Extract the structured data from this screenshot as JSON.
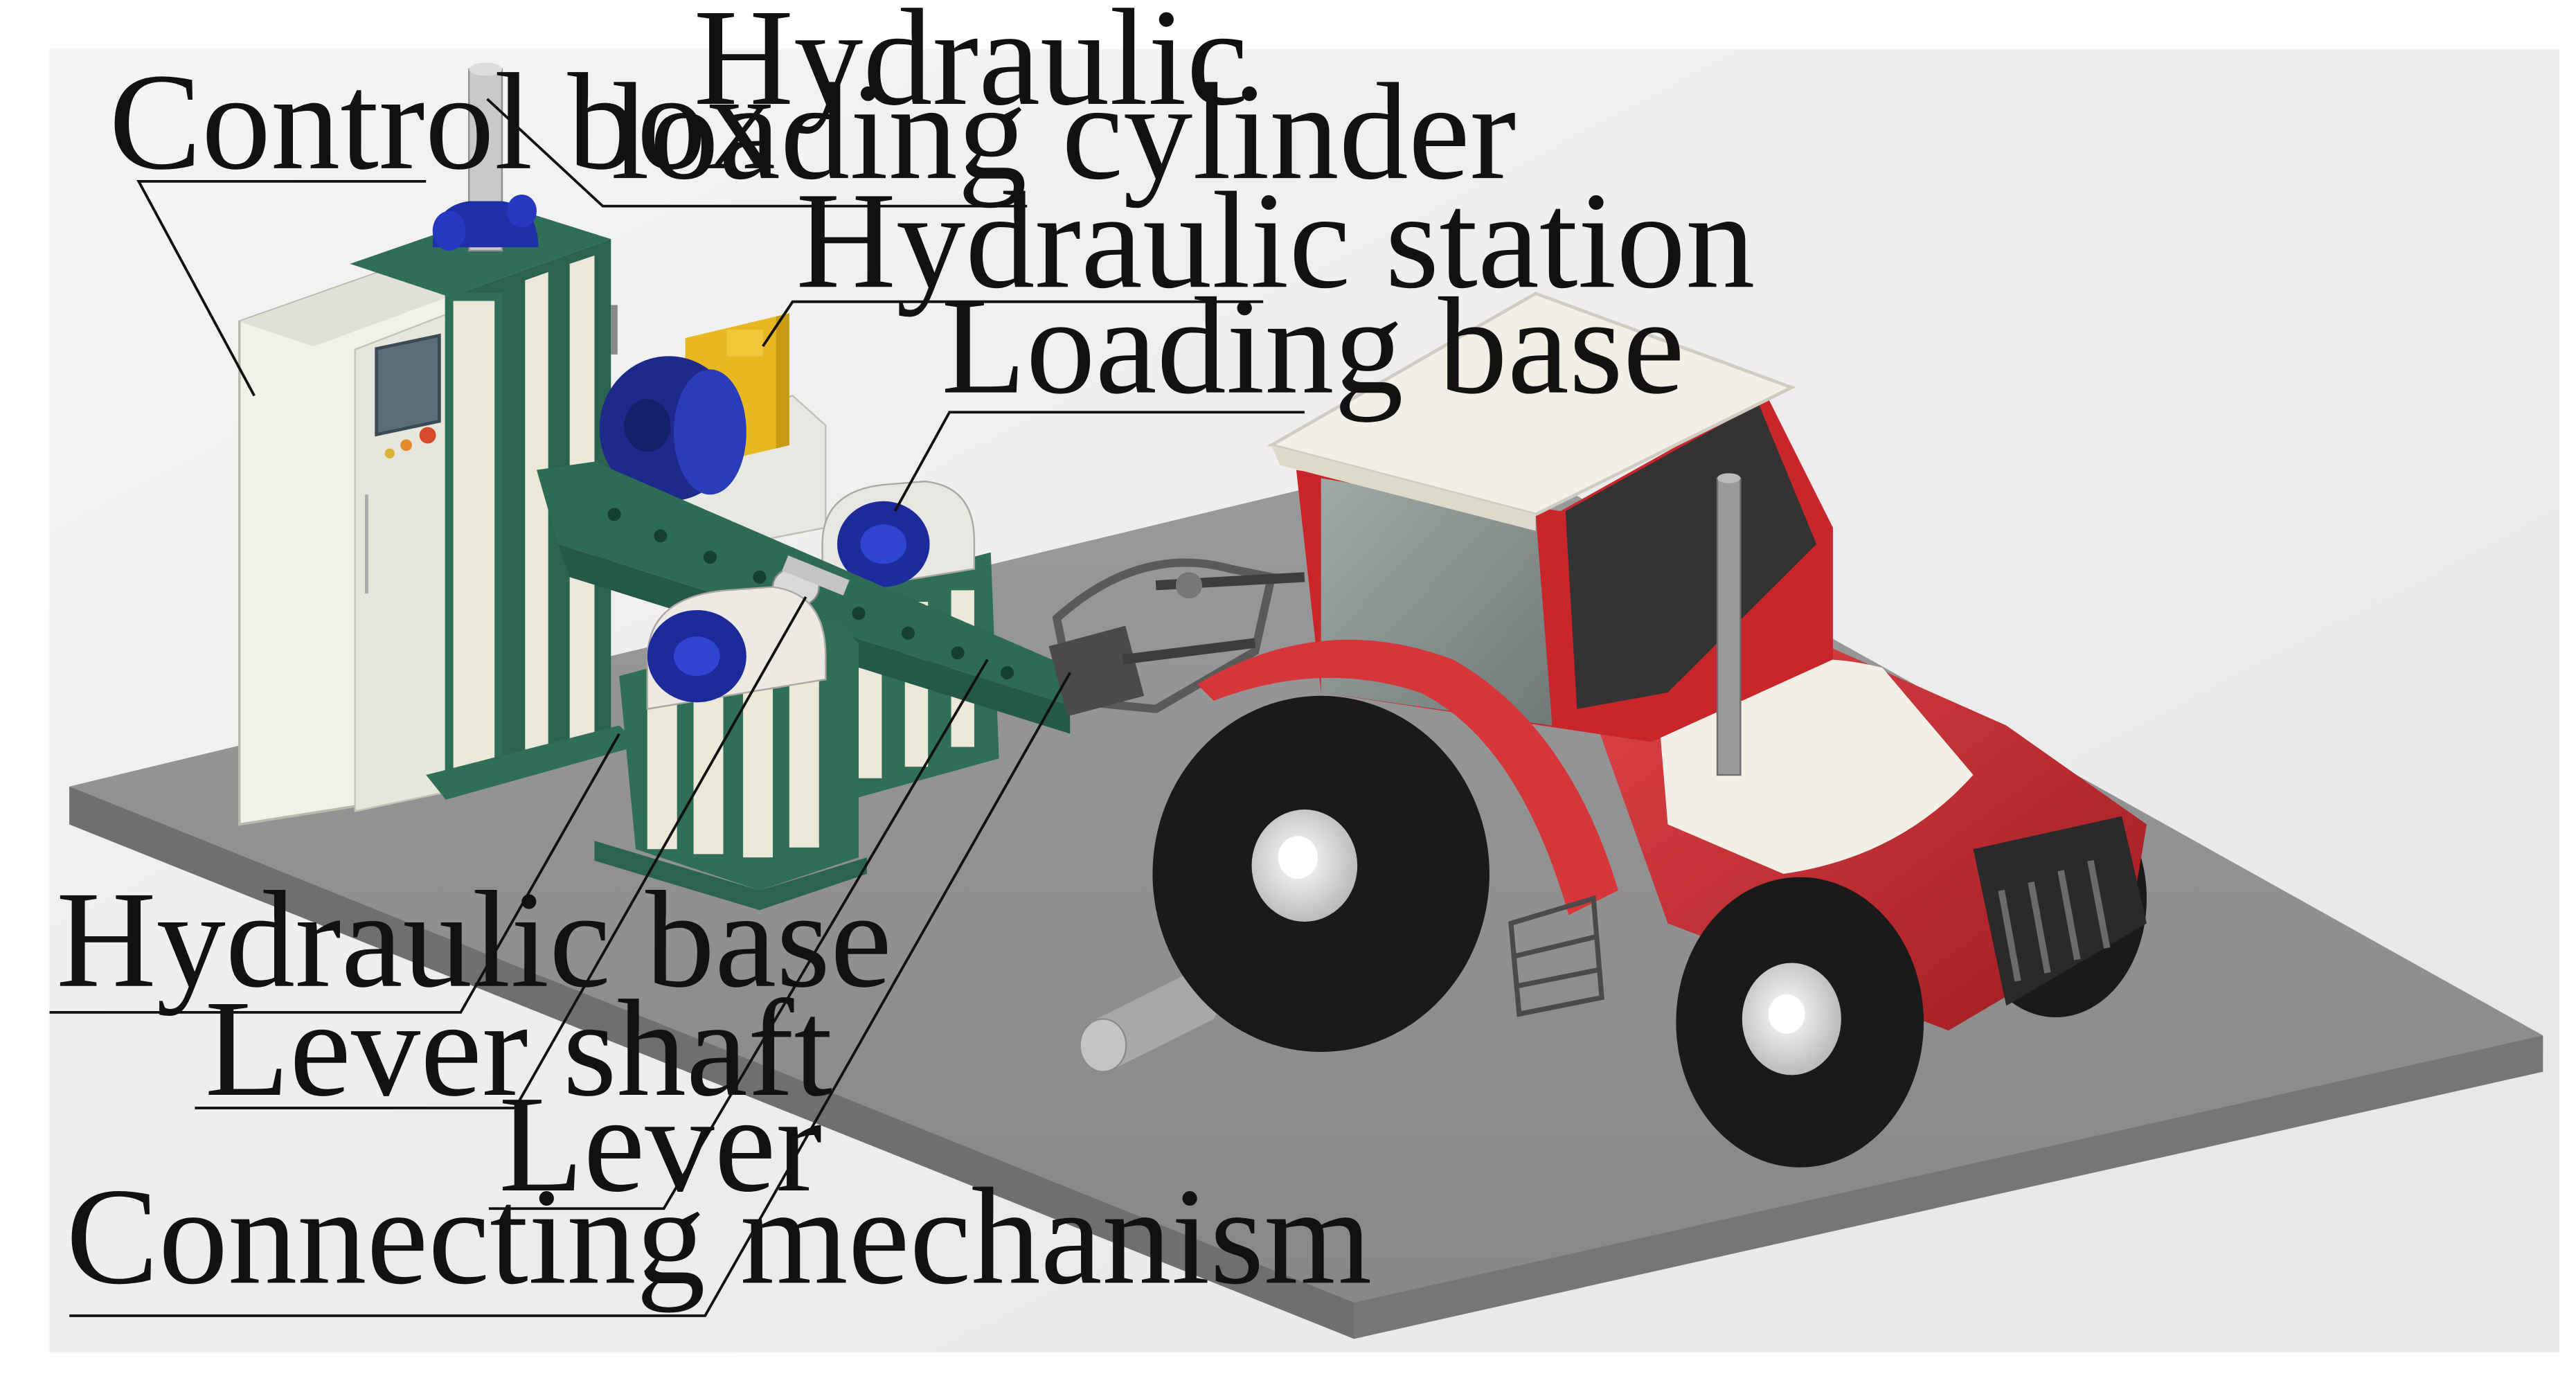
{
  "labels": {
    "control_box": "Control box",
    "cylinder_line1": "Hydraulic",
    "cylinder_line2": "loading cylinder",
    "hydraulic_station": "Hydraulic station",
    "loading_base": "Loading base",
    "hydraulic_base": "Hydraulic base",
    "lever_shaft": "Lever shaft",
    "lever": "Lever",
    "connecting_mechanism": "Connecting mechanism"
  },
  "colors": {
    "frame_green": "#2f6e57",
    "panel_cream": "#ece8d8",
    "motor_blue": "#1d2a8c",
    "pump_yellow": "#e8b820",
    "tractor_red": "#c8262b",
    "tractor_roof": "#f1efe6",
    "tire_black": "#1a1a1a",
    "floor_gray": "#8d8d8d"
  }
}
